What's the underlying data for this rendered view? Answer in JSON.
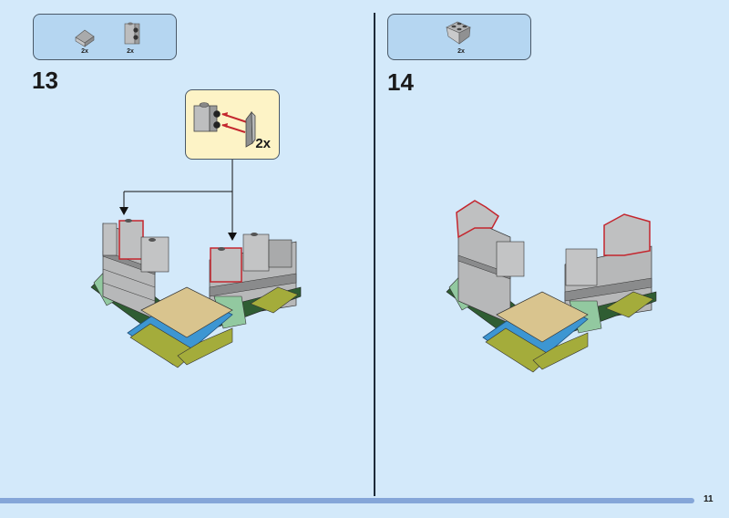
{
  "page": {
    "number": "11"
  },
  "steps": [
    {
      "number": "13",
      "parts": [
        {
          "name": "light-gray slope 1x2",
          "quantity": "2x"
        },
        {
          "name": "light-gray brick 1x1 with studs on side",
          "quantity": "2x"
        }
      ],
      "callout": {
        "quantity": "2x",
        "arrows": 2
      }
    },
    {
      "number": "14",
      "parts": [
        {
          "name": "light-gray inverted slope 2x2",
          "quantity": "2x"
        }
      ]
    }
  ],
  "colors": {
    "background": "#d3e9fa",
    "parts_box": "#b5d6f1",
    "callout_box": "#fdf3c6",
    "highlight": "#c4262e",
    "brick_gray": "#b7b8b9",
    "dark_green": "#2f5d33",
    "sand_green": "#92c9a0",
    "olive": "#a4ac3b",
    "tan": "#d9c48e",
    "blue": "#3d96d2",
    "footer_bar": "#85a6d8"
  }
}
